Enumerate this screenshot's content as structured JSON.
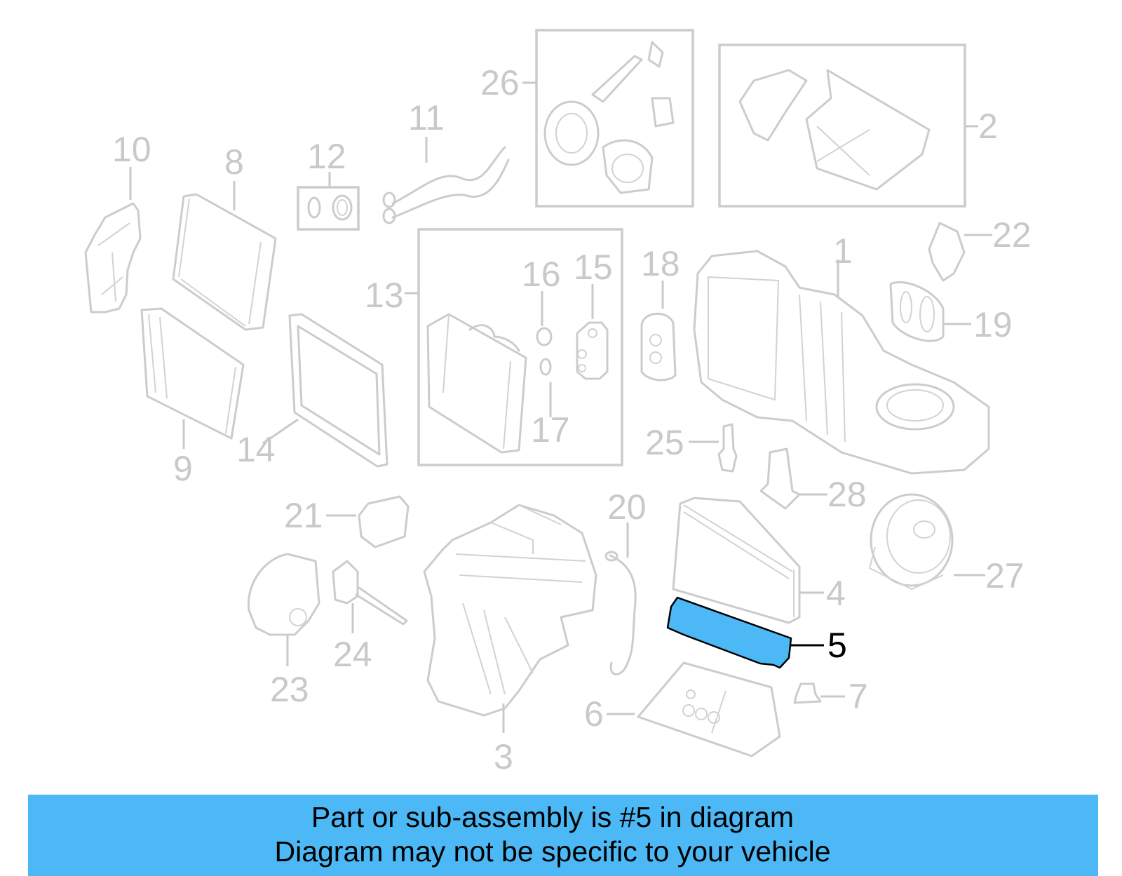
{
  "callouts": [
    "1",
    "2",
    "3",
    "4",
    "5",
    "6",
    "7",
    "8",
    "9",
    "10",
    "11",
    "12",
    "13",
    "14",
    "15",
    "16",
    "17",
    "18",
    "19",
    "20",
    "21",
    "22",
    "23",
    "24",
    "25",
    "26",
    "27",
    "28"
  ],
  "highlighted_part": "5",
  "colors": {
    "highlight_fill": "#4cb8f5",
    "line_gray": "#cccccc",
    "caption_bg": "#4cb8f5"
  },
  "caption": {
    "line1": "Part or sub-assembly is #5 in diagram",
    "line2": "Diagram may not be specific to your vehicle"
  }
}
